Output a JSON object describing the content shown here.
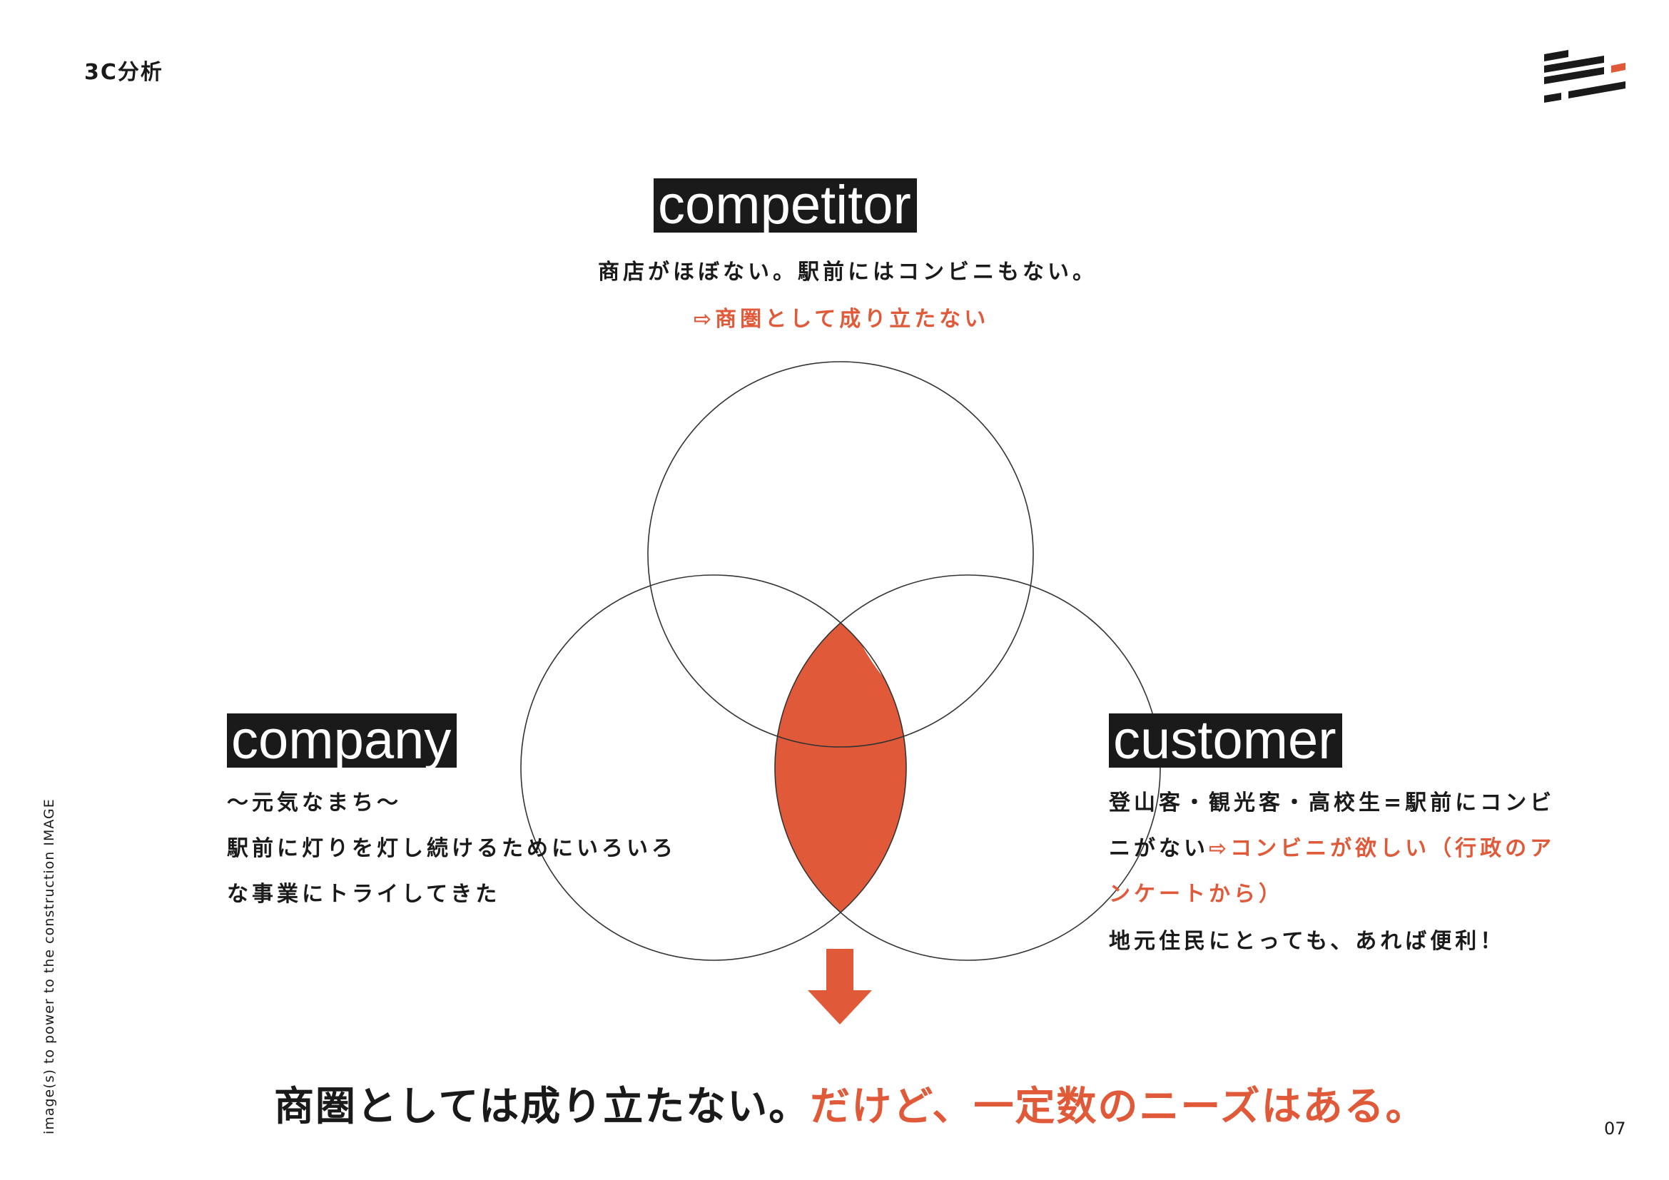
{
  "header": {
    "title": "3C分析",
    "logo_icon": "stripes-logo-icon"
  },
  "colors": {
    "accent": "#e05a3a",
    "dark": "#1a1a1a",
    "circle_stroke": "#333333"
  },
  "competitor": {
    "label": "competitor",
    "description": "商店がほぼない。駅前にはコンビニもない。",
    "conclusion": "⇨商圏として成り立たない"
  },
  "company": {
    "label": "company",
    "lines": [
      "〜元気なまち〜",
      "駅前に灯りを灯し続けるためにいろいろ",
      "な事業にトライしてきた"
    ]
  },
  "customer": {
    "label": "customer",
    "line1": "登山客・観光客・高校生=駅前にコンビ",
    "line2_normal": "ニがない",
    "line2_accent": "⇨コンビニが欲しい（行政のア",
    "line3_accent": "ンケートから）",
    "line4": "地元住民にとっても、あれば便利！"
  },
  "conclusion": {
    "normal": "商圏としては成り立たない。",
    "accent": "だけど、一定数のニーズはある。"
  },
  "side_text": "image(s) to power to the construction IMAGE",
  "page_number": "07"
}
